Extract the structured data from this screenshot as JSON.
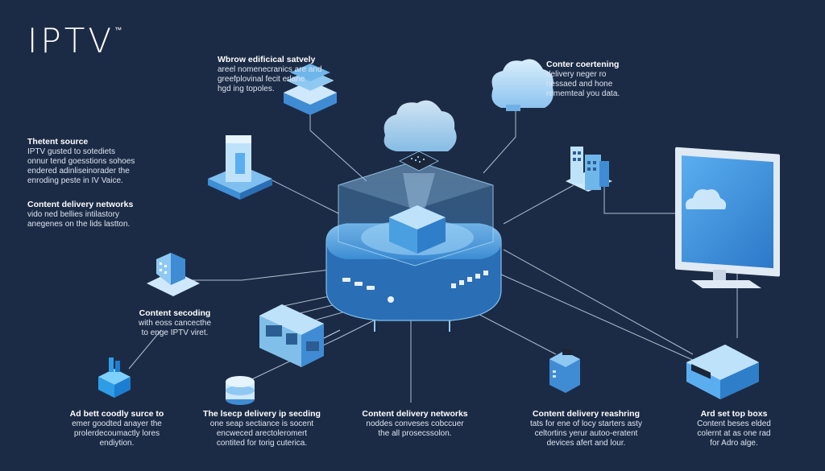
{
  "brand": {
    "logo": "IPTV",
    "mark": "™"
  },
  "labels": {
    "top_center": {
      "title": "Wbrow edificical satvely",
      "lines": [
        "areel nomenecranics are and",
        "greefplovinal fecit erlane",
        "hgd ing topoles."
      ]
    },
    "top_right": {
      "title": "Conter coertening",
      "lines": [
        "delivery neger ro",
        "nessaed and hone",
        "rememteal you data."
      ]
    },
    "left_1": {
      "title": "Thetent source",
      "lines": [
        "IPTV gusted to sotediets",
        "onnur tend goesstions sohoes",
        "endered adinliseinorader the",
        "enroding peste in IV Vaice."
      ]
    },
    "left_2": {
      "title": "Content delivery networks",
      "lines": [
        "vido ned bellies intilastory",
        "anegenes on the lids lastton."
      ]
    },
    "left_3": {
      "title": "Content secoding",
      "lines": [
        "with eoss cancecthe",
        "to enge IPTV viret."
      ]
    },
    "bottom_1": {
      "title": "Ad bett coodly surce to",
      "lines": [
        "emer goodted anayer the",
        "prolerdecoumactly lores",
        "endiytion."
      ]
    },
    "bottom_2": {
      "title": "The lsecp delivery ip secding",
      "lines": [
        "one seap sectiance is socent",
        "encweced arectoleromert",
        "contited for torig cuterica."
      ]
    },
    "bottom_3": {
      "title": "Content delivery networks",
      "lines": [
        "noddes conveses cobccuer",
        "the all prosecssolon."
      ]
    },
    "bottom_4": {
      "title": "Content delivery reashring",
      "lines": [
        "tats for ene of locy starters asty",
        "celtortins yerur autoo-eratent",
        "devices afert and lour."
      ]
    },
    "bottom_5": {
      "title": "Ard set top boxs",
      "lines": [
        "Content beses elded",
        "colernt at as one rad",
        "for Adro alge."
      ]
    }
  },
  "colors": {
    "background": "#1c2b45",
    "accent": "#4a9fe0",
    "accent_light": "#a8d4f5",
    "line": "#c8d6e6"
  }
}
